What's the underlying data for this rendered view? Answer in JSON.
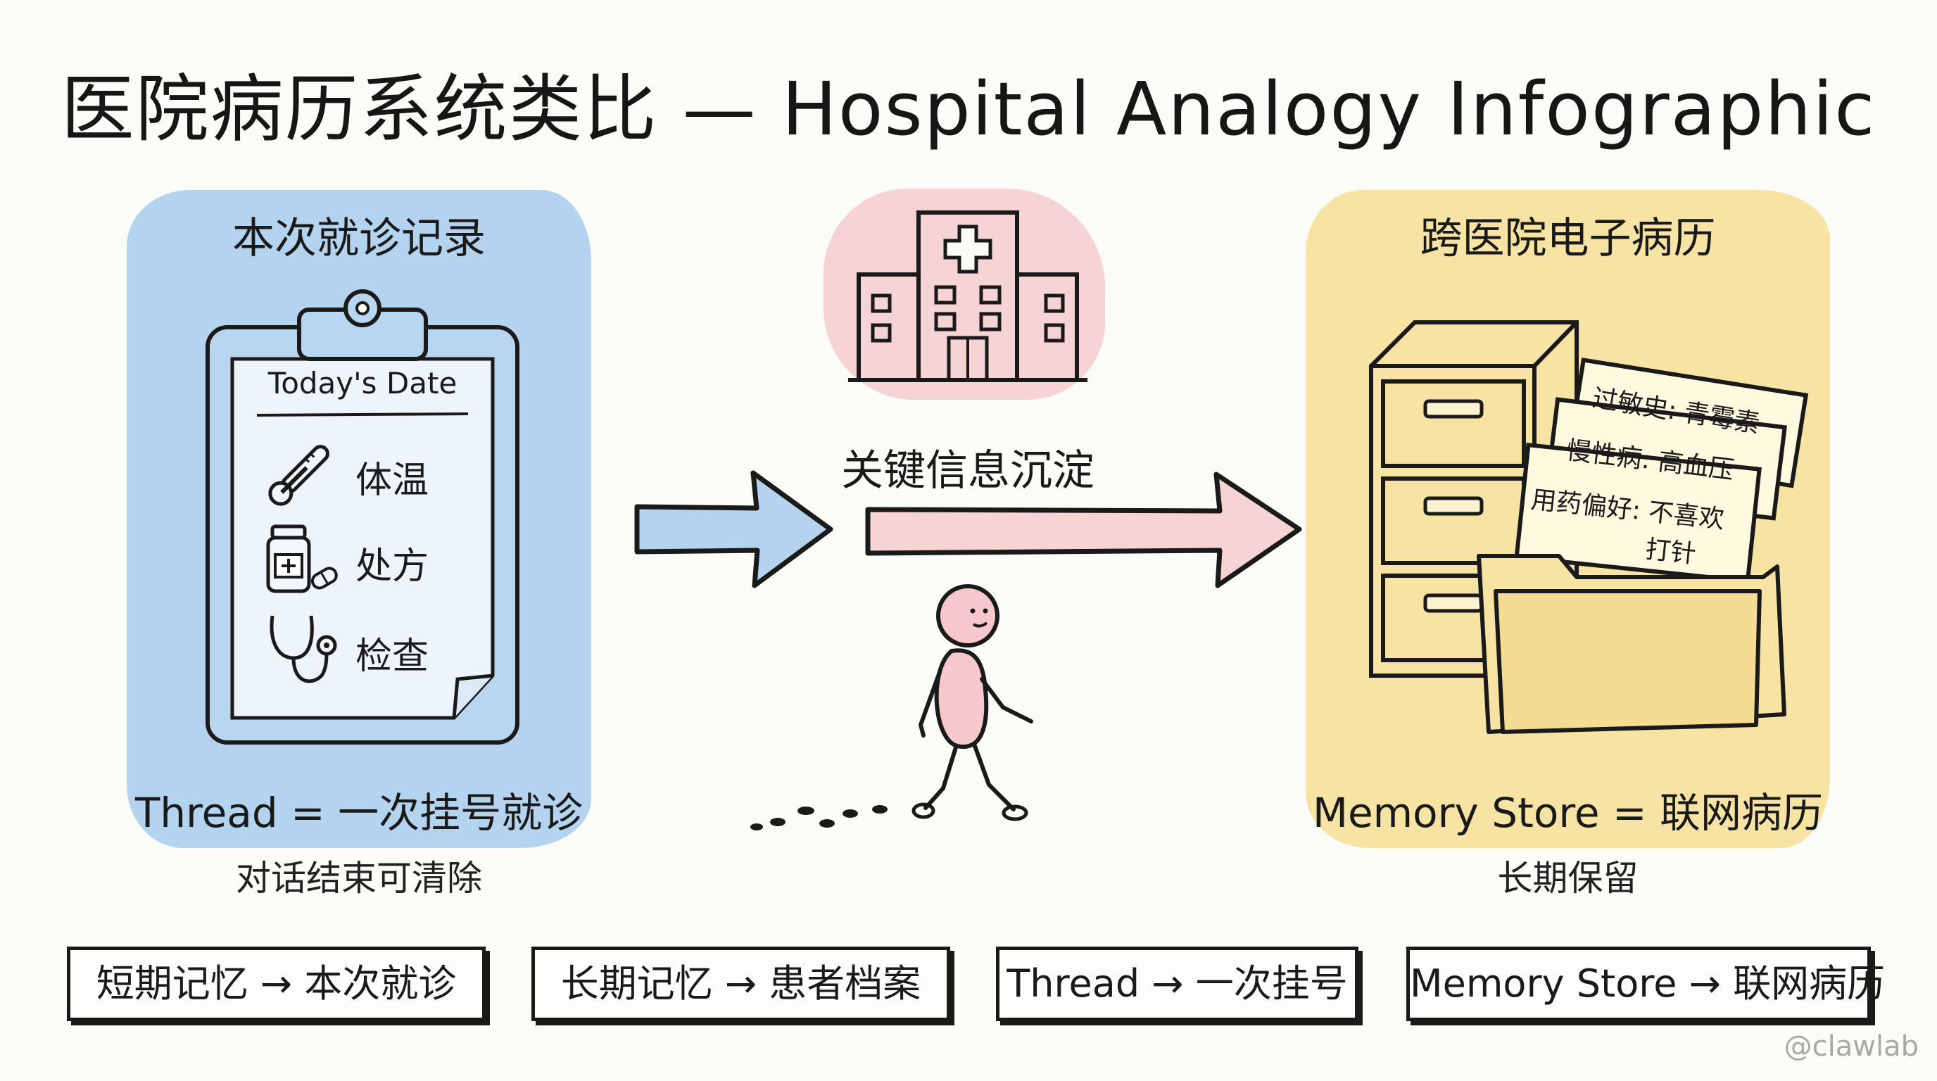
{
  "title": "医院病历系统类比 — Hospital Analogy Infographic",
  "left_panel": {
    "heading": "本次就诊记录",
    "clipboard_date": "Today's Date",
    "items": [
      "体温",
      "处方",
      "检查"
    ],
    "bottom_label": "Thread = 一次挂号就诊",
    "caption": "对话结束可清除",
    "color": "#b3d3ef"
  },
  "middle": {
    "arrow_label": "关键信息沉淀",
    "left_arrow_color": "#b3d3ef",
    "right_arrow_color": "#f6d3d5"
  },
  "right_panel": {
    "heading": "跨医院电子病历",
    "file_notes": [
      "过敏史: 青霉素",
      "慢性病: 高血压",
      "用药偏好: 不喜欢",
      "打针"
    ],
    "bottom_label": "Memory Store = 联网病历",
    "caption": "长期保留",
    "color": "#f7e3a3"
  },
  "summary_boxes": [
    "短期记忆 → 本次就诊",
    "长期记忆 → 患者档案",
    "Thread → 一次挂号",
    "Memory Store → 联网病历"
  ],
  "watermark": "@clawlab",
  "icons": [
    "clipboard-icon",
    "thermometer-icon",
    "pill-bottle-icon",
    "stethoscope-icon",
    "hospital-icon",
    "walking-person-icon",
    "footprints-icon",
    "filing-cabinet-icon",
    "folder-icon"
  ]
}
